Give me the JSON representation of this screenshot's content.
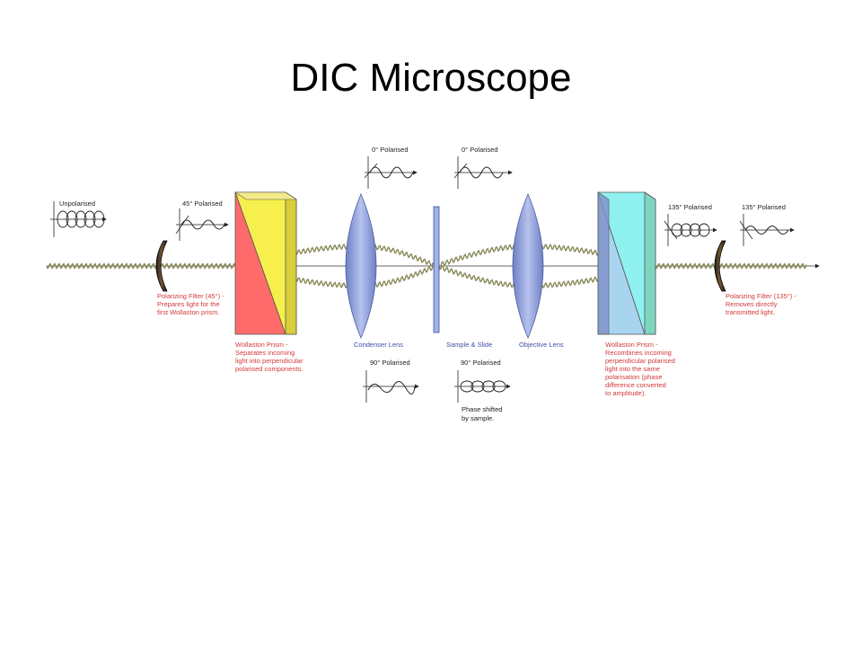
{
  "title": "DIC Microscope",
  "colors": {
    "filter_label": "#d23a3a",
    "wollaston1_red": "#ff6b6b",
    "wollaston1_yellow": "#f6ef4d",
    "wollaston2_blue": "#a8d4f0",
    "wollaston2_cyan": "#8ff0f0",
    "lens": "#8fa0d6",
    "slide": "#9fb3e6",
    "wave": "#8a8a5a"
  },
  "waves": {
    "unpolarised": "Unpolarised",
    "p45": "45° Polarised",
    "p0_a": "0° Polarised",
    "p0_b": "0° Polarised",
    "p90_a": "90° Polarised",
    "p90_b": "90° Polarised",
    "p135_a": "135° Polarised",
    "p135_b": "135° Polarised",
    "phase_note": [
      "Phase shifted",
      "by sample."
    ]
  },
  "components": {
    "filter1": [
      "Polarizing Filter (45°) -",
      "Prepares light for the",
      "first Wollaston prism."
    ],
    "wollaston1": [
      "Wollaston Prism -",
      "Separates incoming",
      "light into perpendicular",
      "polarised components."
    ],
    "condenser": "Condenser Lens",
    "sample": "Sample & Slide",
    "objective": "Objective Lens",
    "wollaston2": [
      "Wollaston Prism -",
      "Recombines incoming",
      "perpendicular polarised",
      "light into the same",
      "polarisation (phase",
      "difference converted",
      "to amplitude)."
    ],
    "filter2": [
      "Polarizing Filter (135°) -",
      "Removes directly",
      "transmitted light."
    ]
  }
}
